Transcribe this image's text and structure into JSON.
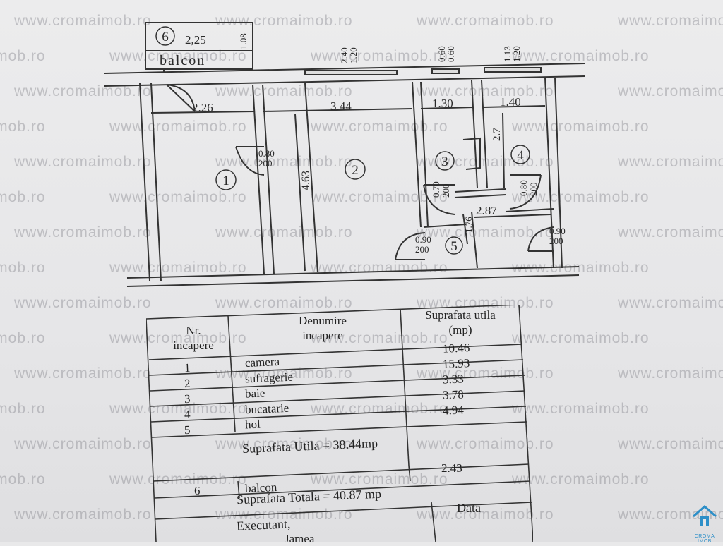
{
  "watermark": "www.cromaimob.ro",
  "plan": {
    "balcony_number": "6",
    "balcony_width": "2,25",
    "balcony_depth": "1.08",
    "balcony_label": "balcon",
    "window_top_1": "2.40",
    "window_bottom_1": "1.20",
    "window_top_2": "0.60",
    "window_bottom_2": "0.60",
    "window_top_3": "1.13",
    "window_bottom_3": "1.20",
    "dim_room1_width": "2.26",
    "dim_room2_width": "3.44",
    "dim_room3_width": "1.30",
    "dim_room4_width": "1.40",
    "dim_room2_depth": "4.63",
    "dim_room4_depth": "2.7",
    "dim_hall_width": "2.87",
    "dim_hall_depth": "1.76",
    "door1_top": "0.80",
    "door1_bottom": "200",
    "door3_top": "0.70",
    "door3_bottom": "200",
    "door4_top": "0.80",
    "door4_bottom": "200",
    "door5_top": "0.90",
    "door5_bottom": "200",
    "door_entry_top": "0.90",
    "door_entry_bottom": "200",
    "room_labels": [
      "1",
      "2",
      "3",
      "4",
      "5"
    ]
  },
  "table": {
    "col_nr_line1": "Nr.",
    "col_nr_line2": "incapere",
    "col_name_line1": "Denumire",
    "col_name_line2": "incapere",
    "col_area_line1": "Suprafata utila",
    "col_area_line2": "(mp)",
    "rows": [
      {
        "nr": "1",
        "name": "camera",
        "area": "10.46"
      },
      {
        "nr": "2",
        "name": "sufragerie",
        "area": "15.93"
      },
      {
        "nr": "3",
        "name": "baie",
        "area": "3.33"
      },
      {
        "nr": "4",
        "name": "bucatarie",
        "area": "3.78"
      },
      {
        "nr": "5",
        "name": "hol",
        "area": "4.94"
      }
    ],
    "usable_total": "Suprafata Utila = 38.44mp",
    "balcony_row": {
      "nr": "6",
      "name": "balcon",
      "area": "2.43"
    },
    "grand_total": "Suprafata Totala = 40.87 mp",
    "executant_label": "Executant,",
    "date_label": "Data",
    "executant_name": "Jamea"
  },
  "logo_text": "CROMA IMOB"
}
